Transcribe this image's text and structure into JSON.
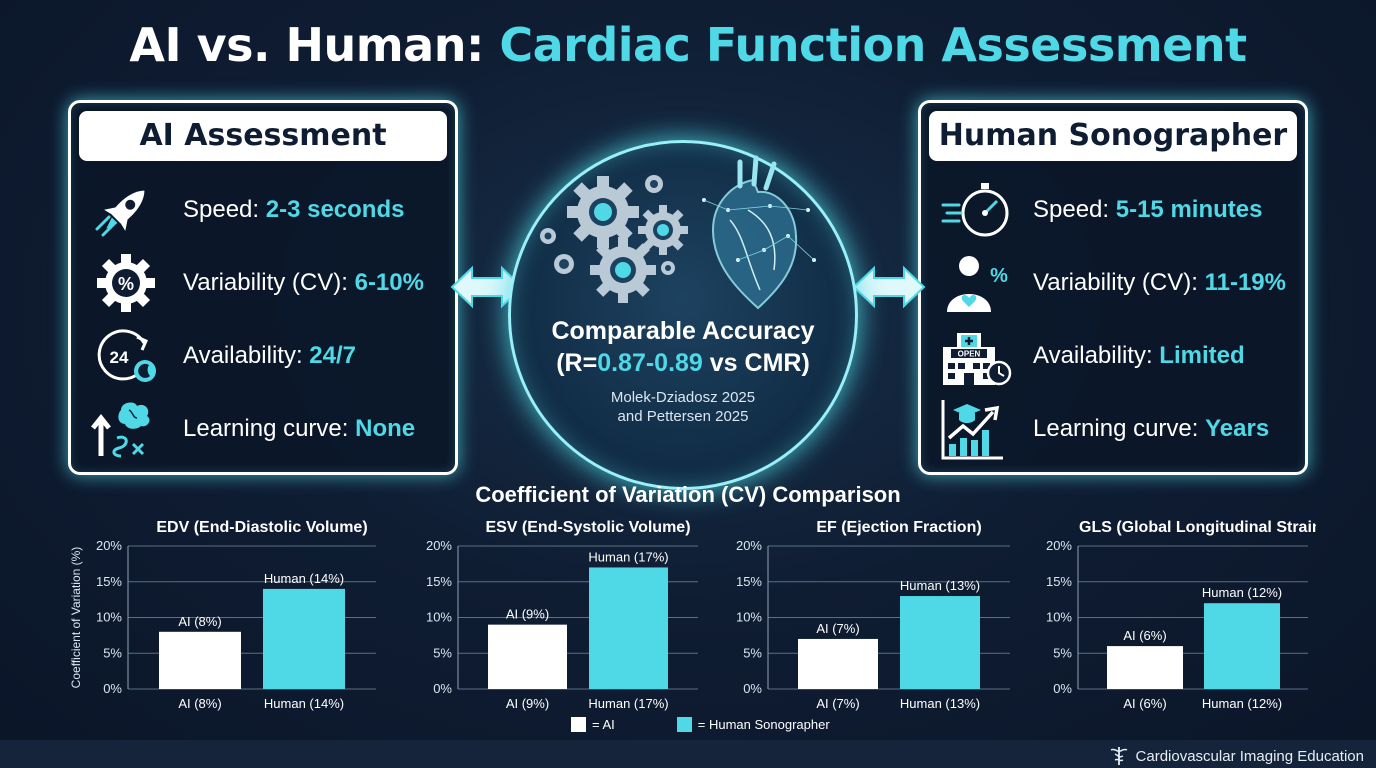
{
  "title": {
    "part1": "AI vs. Human: ",
    "part2": "Cardiac Function Assessment"
  },
  "ai_panel": {
    "header": "AI Assessment",
    "metrics": [
      {
        "label": "Speed: ",
        "value": "2-3 seconds",
        "icon": "rocket-icon"
      },
      {
        "label": "Variability (CV): ",
        "value": "6-10%",
        "icon": "percent-gear-icon"
      },
      {
        "label": "Availability: ",
        "value": "24/7",
        "icon": "clock-24-icon"
      },
      {
        "label": "Learning curve: ",
        "value": "None",
        "icon": "brain-arrow-icon"
      }
    ],
    "clock_text": "24"
  },
  "human_panel": {
    "header": "Human Sonographer",
    "metrics": [
      {
        "label": "Speed: ",
        "value": "5-15 minutes",
        "icon": "stopwatch-icon"
      },
      {
        "label": "Variability (CV): ",
        "value": "11-19%",
        "icon": "person-percent-icon"
      },
      {
        "label": "Availability: ",
        "value": "Limited",
        "icon": "hospital-icon"
      },
      {
        "label": "Learning curve: ",
        "value": "Years",
        "icon": "graduation-chart-icon"
      }
    ],
    "person_text": "%",
    "hospital_text": "OPEN"
  },
  "center": {
    "title": "Comparable Accuracy",
    "sub_open": "(R=",
    "sub_value": "0.87-0.89",
    "sub_close": " vs CMR)",
    "citation_line1": "Molek-Dziadosz 2025",
    "citation_line2": "and Pettersen 2025"
  },
  "cv_title": "Coefficient of Variation (CV) Comparison",
  "chart_data": [
    {
      "type": "bar",
      "title": "EDV (End-Diastolic Volume)",
      "categories": [
        "AI (8%)",
        "Human (14%)"
      ],
      "values": [
        8,
        14
      ],
      "bar_labels": [
        "AI (8%)",
        "Human (14%)"
      ],
      "ylabel": "Coefficient of Variation (%)",
      "ylim": [
        0,
        20
      ],
      "yticks": [
        "0%",
        "5%",
        "10%",
        "15%",
        "20%"
      ]
    },
    {
      "type": "bar",
      "title": "ESV (End-Systolic Volume)",
      "categories": [
        "AI (9%)",
        "Human (17%)"
      ],
      "values": [
        9,
        17
      ],
      "bar_labels": [
        "AI (9%)",
        "Human (17%)"
      ],
      "ylabel": "",
      "ylim": [
        0,
        20
      ],
      "yticks": [
        "0%",
        "5%",
        "10%",
        "15%",
        "20%"
      ]
    },
    {
      "type": "bar",
      "title": "EF (Ejection Fraction)",
      "categories": [
        "AI (7%)",
        "Human (13%)"
      ],
      "values": [
        7,
        13
      ],
      "bar_labels": [
        "AI (7%)",
        "Human (13%)"
      ],
      "ylabel": "",
      "ylim": [
        0,
        20
      ],
      "yticks": [
        "0%",
        "5%",
        "10%",
        "15%",
        "20%"
      ]
    },
    {
      "type": "bar",
      "title": "GLS (Global Longitudinal Strain)",
      "categories": [
        "AI (6%)",
        "Human (12%)"
      ],
      "values": [
        6,
        12
      ],
      "bar_labels": [
        "AI (6%)",
        "Human (12%)"
      ],
      "ylabel": "",
      "ylim": [
        0,
        20
      ],
      "yticks": [
        "0%",
        "5%",
        "10%",
        "15%",
        "20%"
      ]
    }
  ],
  "legend": {
    "ai": "= AI",
    "human": "= Human Sonographer"
  },
  "colors": {
    "ai": "#ffffff",
    "human": "#4fd8e6",
    "background": "#0f1d33",
    "accent": "#4fd8e6"
  },
  "footer": "Cardiovascular Imaging Education"
}
